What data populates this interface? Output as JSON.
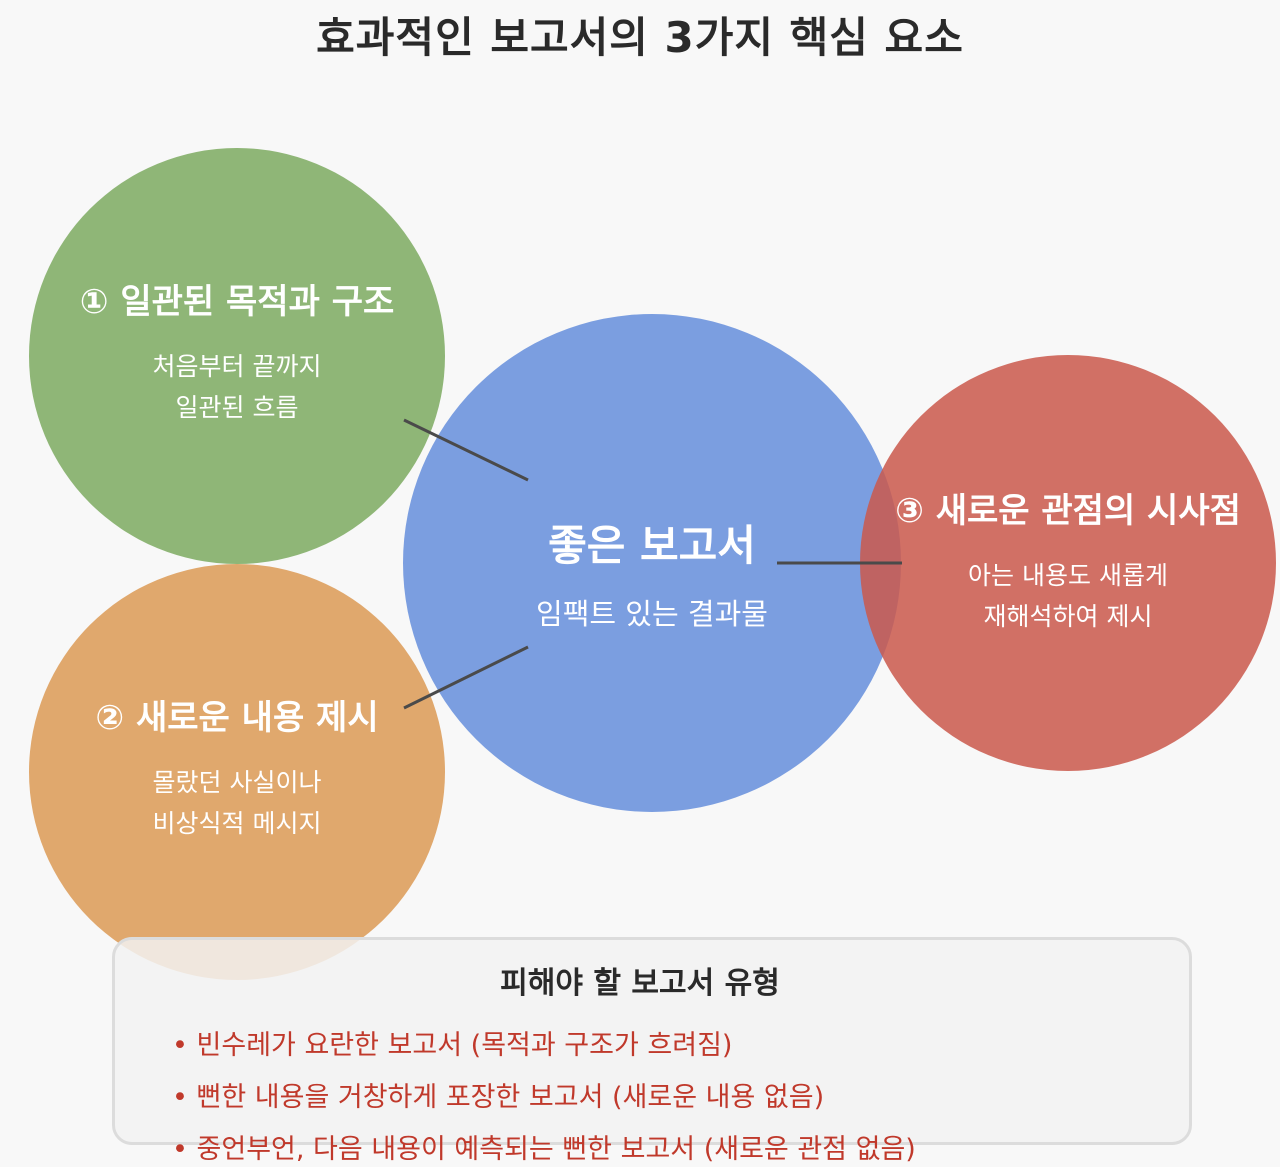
{
  "title": "효과적인 보고서의 3가지 핵심 요소",
  "colors": {
    "green": "#8fb677",
    "blue": "#789cdf",
    "red": "#d37066",
    "orange": "#e0a86d",
    "connector": "#4a4a4a",
    "avoid_text": "#c0392b"
  },
  "center": {
    "heading": "좋은 보고서",
    "body": "임팩트 있는 결과물"
  },
  "elements": [
    {
      "heading": "① 일관된 목적과 구조",
      "lines": [
        "처음부터 끝까지",
        "일관된 흐름"
      ]
    },
    {
      "heading": "② 새로운 내용 제시",
      "lines": [
        "몰랐던 사실이나",
        "비상식적 메시지"
      ]
    },
    {
      "heading": "③ 새로운 관점의 시사점",
      "lines": [
        "아는 내용도 새롭게",
        "재해석하여 제시"
      ]
    }
  ],
  "avoid": {
    "title": "피해야 할 보고서 유형",
    "items": [
      "• 빈수레가 요란한 보고서 (목적과 구조가 흐려짐)",
      "• 뻔한 내용을 거창하게 포장한 보고서 (새로운 내용 없음)",
      "• 중언부언, 다음 내용이 예측되는 뻔한 보고서 (새로운 관점 없음)"
    ]
  }
}
